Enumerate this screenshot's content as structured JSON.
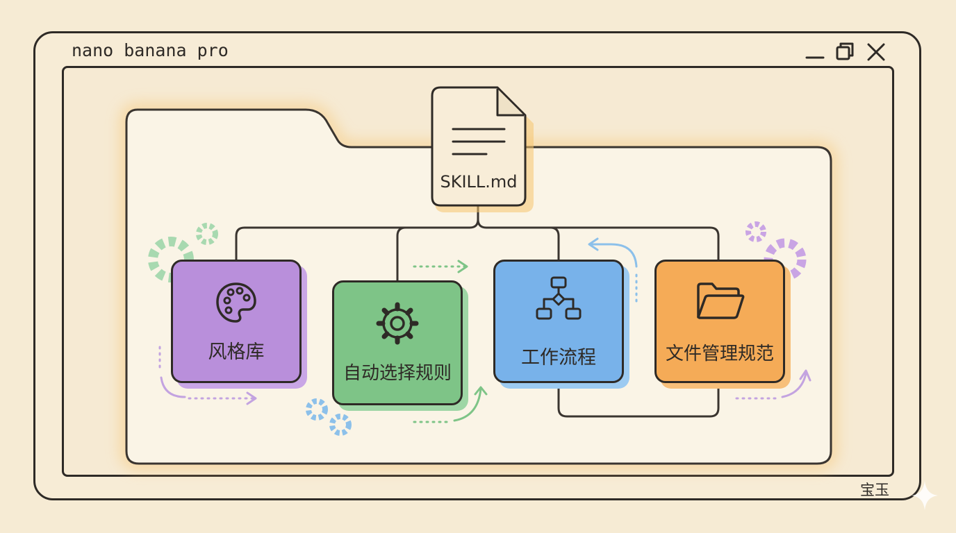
{
  "window": {
    "title": "nano banana pro"
  },
  "diagram": {
    "root": {
      "label": "SKILL.md",
      "icon": "document-icon"
    },
    "nodes": [
      {
        "label": "风格库",
        "icon": "palette-icon",
        "color": "#b98fdb"
      },
      {
        "label": "自动选择规则",
        "icon": "gear-icon",
        "color": "#7ec487"
      },
      {
        "label": "工作流程",
        "icon": "flowchart-icon",
        "color": "#78b2ea"
      },
      {
        "label": "文件管理规范",
        "icon": "folder-icon",
        "color": "#f5ab57"
      }
    ]
  },
  "signature": "宝玉",
  "colors": {
    "background": "#f6ebd4",
    "outline": "#2e2a26",
    "folder_fill": "#faf4e6",
    "glow": "#f8c673"
  }
}
